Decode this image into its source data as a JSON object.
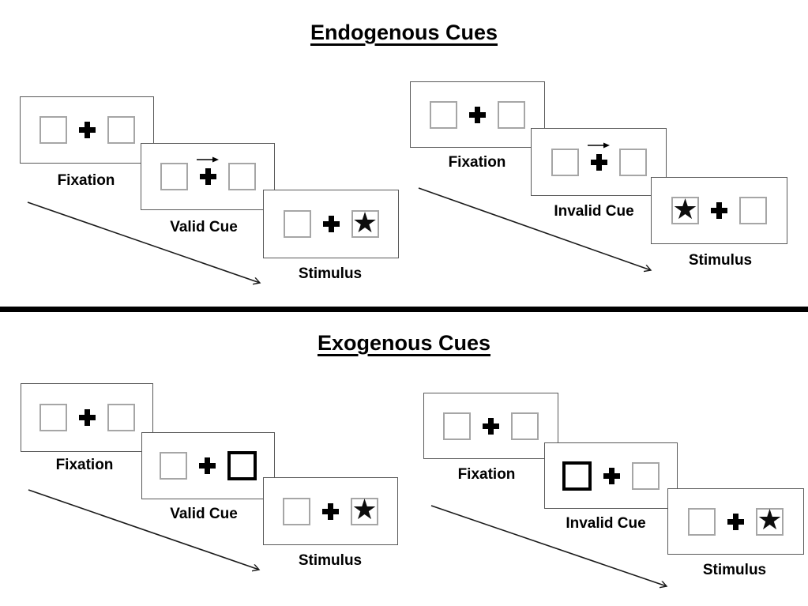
{
  "sections": [
    {
      "title": "Endogenous Cues",
      "groups": [
        {
          "name": "valid-trial",
          "steps": [
            {
              "label": "Fixation",
              "cue": "none",
              "target_side": "none"
            },
            {
              "label": "Valid Cue",
              "cue": "central-arrow-right",
              "target_side": "none"
            },
            {
              "label": "Stimulus",
              "cue": "none",
              "target_side": "right"
            }
          ]
        },
        {
          "name": "invalid-trial",
          "steps": [
            {
              "label": "Fixation",
              "cue": "none",
              "target_side": "none"
            },
            {
              "label": "Invalid Cue",
              "cue": "central-arrow-right",
              "target_side": "none"
            },
            {
              "label": "Stimulus",
              "cue": "none",
              "target_side": "left"
            }
          ]
        }
      ]
    },
    {
      "title": "Exogenous Cues",
      "groups": [
        {
          "name": "valid-trial",
          "steps": [
            {
              "label": "Fixation",
              "cue": "none",
              "target_side": "none"
            },
            {
              "label": "Valid Cue",
              "cue": "highlight-right-box",
              "target_side": "none"
            },
            {
              "label": "Stimulus",
              "cue": "none",
              "target_side": "right"
            }
          ]
        },
        {
          "name": "invalid-trial",
          "steps": [
            {
              "label": "Fixation",
              "cue": "none",
              "target_side": "none"
            },
            {
              "label": "Invalid Cue",
              "cue": "highlight-left-box",
              "target_side": "none"
            },
            {
              "label": "Stimulus",
              "cue": "none",
              "target_side": "right"
            }
          ]
        }
      ]
    }
  ],
  "glyphs": {
    "star": "★"
  },
  "colors": {
    "ink": "#000000",
    "panel_border": "#595959",
    "box_border": "#a6a6a6"
  }
}
